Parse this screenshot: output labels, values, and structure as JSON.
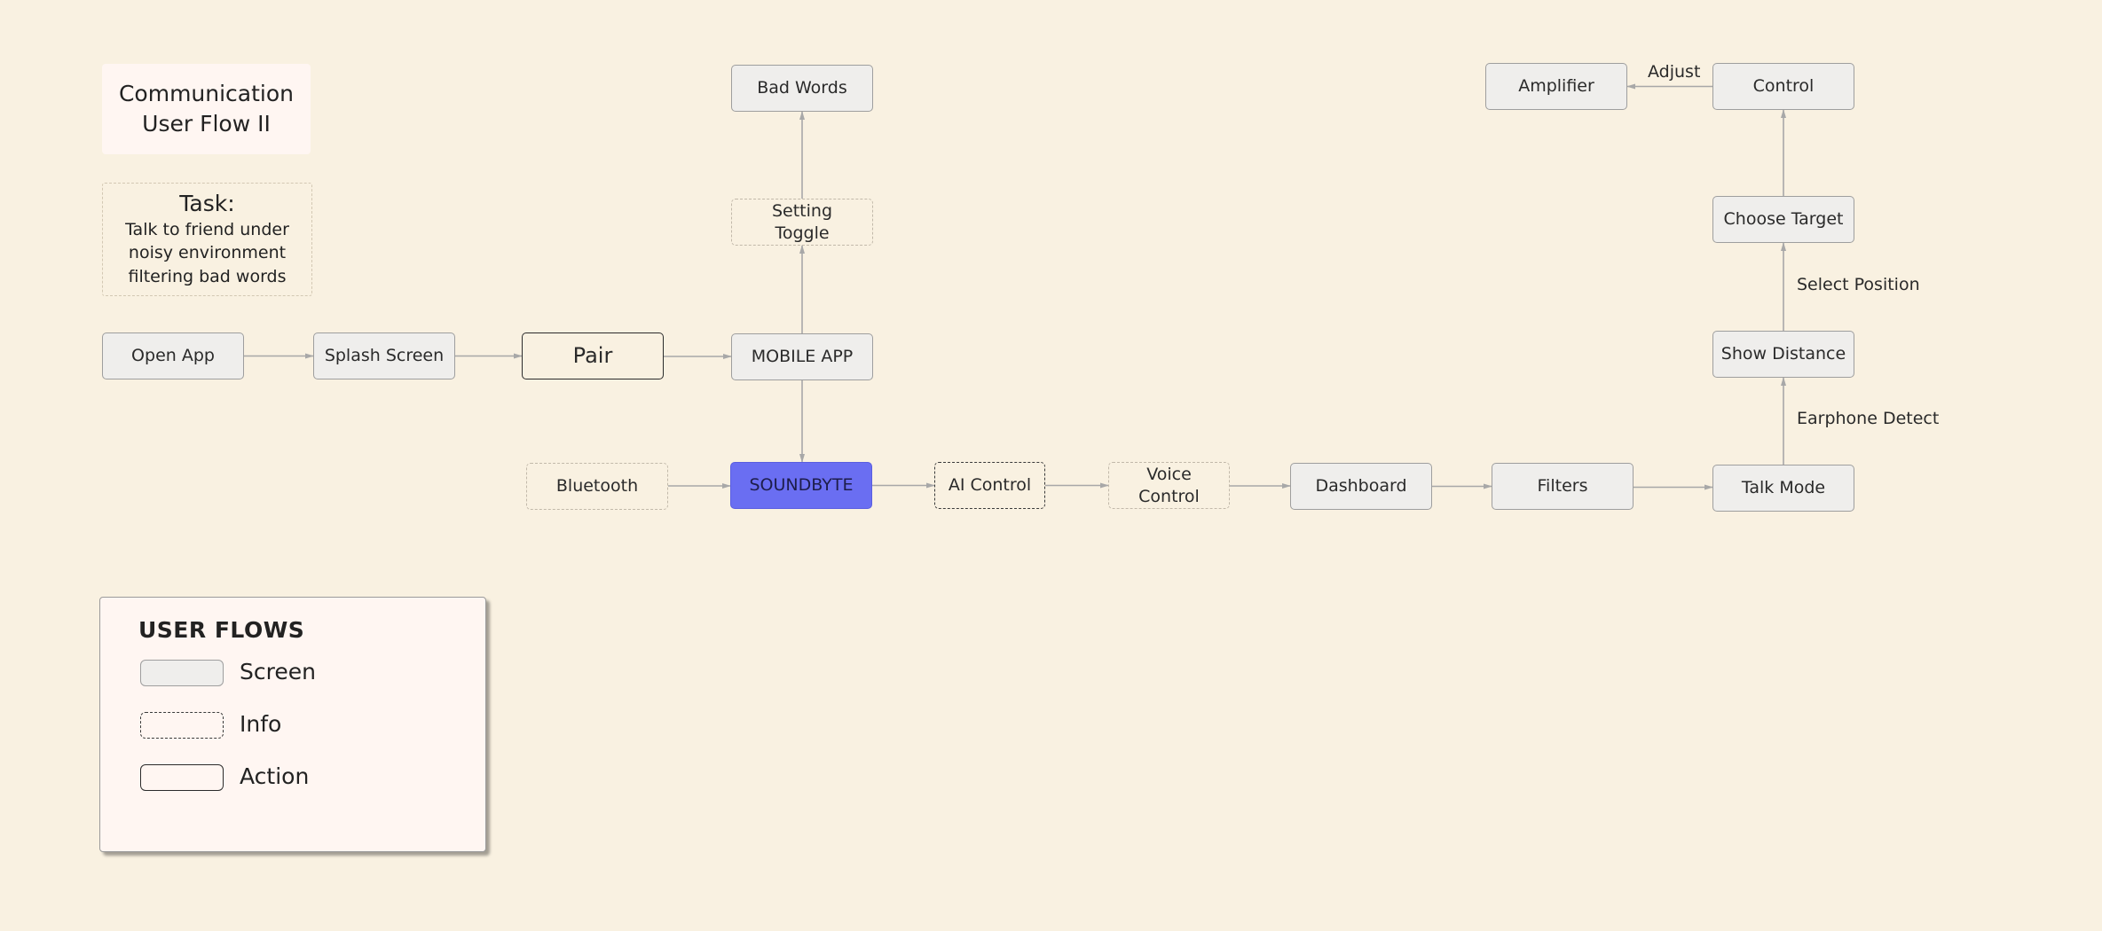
{
  "diagram": {
    "title": "Communication\nUser Flow II",
    "task": {
      "heading": "Task:",
      "body": "Talk to friend under noisy environment filtering bad words"
    },
    "nodes": [
      {
        "id": "open-app",
        "label": "Open App",
        "kind": "screen"
      },
      {
        "id": "splash-screen",
        "label": "Splash Screen",
        "kind": "screen"
      },
      {
        "id": "pair",
        "label": "Pair",
        "kind": "action"
      },
      {
        "id": "mobile-app",
        "label": "MOBILE APP",
        "kind": "screen"
      },
      {
        "id": "setting-toggle",
        "label": "Setting\nToggle",
        "kind": "info"
      },
      {
        "id": "bad-words",
        "label": "Bad Words",
        "kind": "screen"
      },
      {
        "id": "bluetooth",
        "label": "Bluetooth",
        "kind": "info"
      },
      {
        "id": "soundbyte",
        "label": "SOUNDBYTE",
        "kind": "highlight"
      },
      {
        "id": "ai-control",
        "label": "AI Control",
        "kind": "info-strong"
      },
      {
        "id": "voice-control",
        "label": "Voice\nControl",
        "kind": "info"
      },
      {
        "id": "dashboard",
        "label": "Dashboard",
        "kind": "screen"
      },
      {
        "id": "filters",
        "label": "Filters",
        "kind": "screen"
      },
      {
        "id": "talk-mode",
        "label": "Talk Mode",
        "kind": "screen"
      },
      {
        "id": "show-distance",
        "label": "Show Distance",
        "kind": "screen"
      },
      {
        "id": "choose-target",
        "label": "Choose Target",
        "kind": "screen"
      },
      {
        "id": "control",
        "label": "Control",
        "kind": "screen"
      },
      {
        "id": "amplifier",
        "label": "Amplifier",
        "kind": "screen"
      }
    ],
    "edges": [
      {
        "from": "open-app",
        "to": "splash-screen",
        "label": ""
      },
      {
        "from": "splash-screen",
        "to": "pair",
        "label": ""
      },
      {
        "from": "pair",
        "to": "mobile-app",
        "label": ""
      },
      {
        "from": "mobile-app",
        "to": "setting-toggle",
        "label": ""
      },
      {
        "from": "setting-toggle",
        "to": "bad-words",
        "label": ""
      },
      {
        "from": "mobile-app",
        "to": "soundbyte",
        "label": ""
      },
      {
        "from": "bluetooth",
        "to": "soundbyte",
        "label": ""
      },
      {
        "from": "soundbyte",
        "to": "ai-control",
        "label": ""
      },
      {
        "from": "ai-control",
        "to": "voice-control",
        "label": ""
      },
      {
        "from": "voice-control",
        "to": "dashboard",
        "label": ""
      },
      {
        "from": "dashboard",
        "to": "filters",
        "label": ""
      },
      {
        "from": "filters",
        "to": "talk-mode",
        "label": ""
      },
      {
        "from": "talk-mode",
        "to": "show-distance",
        "label": "Earphone Detect"
      },
      {
        "from": "show-distance",
        "to": "choose-target",
        "label": "Select Position"
      },
      {
        "from": "choose-target",
        "to": "control",
        "label": ""
      },
      {
        "from": "control",
        "to": "amplifier",
        "label": "Adjust"
      }
    ]
  },
  "legend": {
    "title": "USER FLOWS",
    "items": [
      {
        "kind": "screen",
        "label": "Screen"
      },
      {
        "kind": "info",
        "label": "Info"
      },
      {
        "kind": "action",
        "label": "Action"
      }
    ]
  },
  "colors": {
    "background": "#f9f1e1",
    "screen_fill": "#efeeec",
    "highlight_fill": "#6a6ef2",
    "connector": "#a8a8a8"
  }
}
